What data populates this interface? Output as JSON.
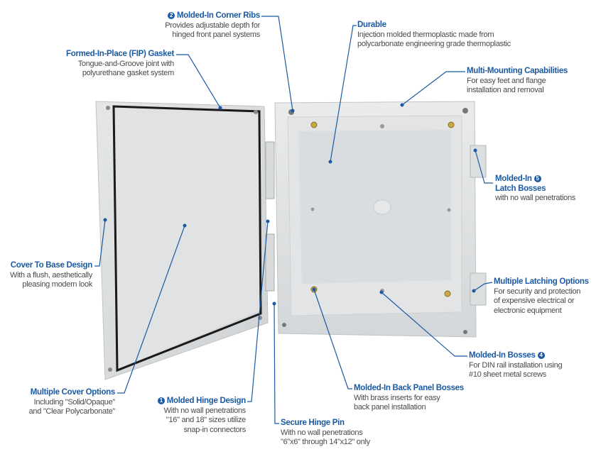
{
  "colors": {
    "accent": "#1b5aa3",
    "text": "#4a4a4a",
    "body": "#dfe1e2",
    "gasket": "#1a1a1a"
  },
  "callouts": {
    "corner_ribs": {
      "badge": "2",
      "title": "Molded-In Corner Ribs",
      "desc": [
        "Provides adjustable depth for",
        "hinged front panel systems"
      ]
    },
    "durable": {
      "title": "Durable",
      "desc": [
        "Injection molded thermoplastic made from",
        "polycarbonate engineering grade thermoplastic"
      ]
    },
    "gasket": {
      "title": "Formed-In-Place (FIP) Gasket",
      "desc": [
        "Tongue-and-Groove joint with",
        "polyurethane gasket system"
      ]
    },
    "mounting": {
      "title": "Multi-Mounting Capabilities",
      "desc": [
        "For easy feet and flange",
        "installation and removal"
      ]
    },
    "latch_bosses": {
      "badge": "5",
      "title": "Molded-In",
      "title2": "Latch Bosses",
      "desc": [
        "with no wall penetrations"
      ]
    },
    "cover_base": {
      "title": "Cover To Base Design",
      "desc": [
        "With a flush, aesthetically",
        "pleasing modern look"
      ]
    },
    "latching": {
      "title": "Multiple Latching Options",
      "desc": [
        "For security and protection",
        "of expensive electrical or",
        "electronic equipment"
      ]
    },
    "bosses": {
      "badge": "4",
      "title": "Molded-In Bosses",
      "desc": [
        "For DIN rail installation using",
        "#10 sheet metal screws"
      ]
    },
    "back_panel": {
      "title": "Molded-In Back Panel Bosses",
      "desc": [
        "With brass inserts for easy",
        "back panel installation"
      ]
    },
    "cover_options": {
      "title": "Multiple Cover Options",
      "desc": [
        "Including \"Solid/Opaque\"",
        "and \"Clear Polycarbonate\""
      ]
    },
    "hinge_design": {
      "badge": "1",
      "title": "Molded Hinge Design",
      "desc": [
        "With no wall penetrations",
        "\"16\" and 18\" sizes utilize",
        "snap-in connectors"
      ]
    },
    "hinge_pin": {
      "title": "Secure Hinge Pin",
      "desc": [
        "With no wall penetrations",
        "\"6\"x6\" through 14\"x12\" only"
      ]
    }
  }
}
